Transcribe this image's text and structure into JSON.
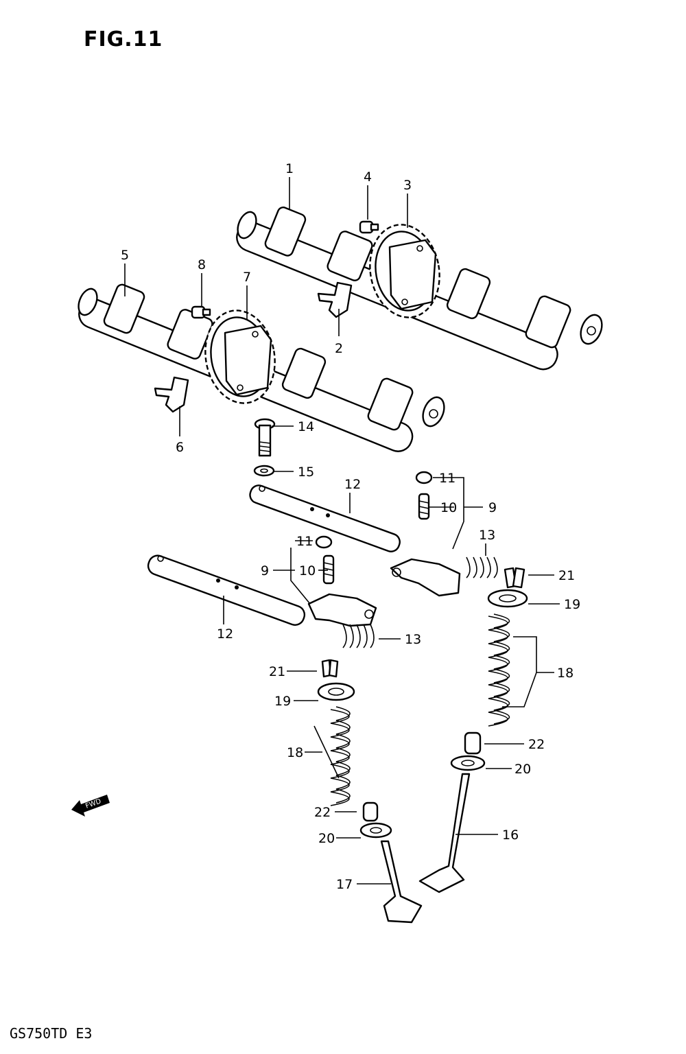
{
  "figure": {
    "title": "FIG.11",
    "model_code": "GS750TD E3"
  },
  "icons": {
    "fwd": "fwd-arrow-icon"
  },
  "callouts": [
    {
      "id": "c1",
      "label": "1"
    },
    {
      "id": "c2",
      "label": "2"
    },
    {
      "id": "c3",
      "label": "3"
    },
    {
      "id": "c4",
      "label": "4"
    },
    {
      "id": "c5",
      "label": "5"
    },
    {
      "id": "c6",
      "label": "6"
    },
    {
      "id": "c7",
      "label": "7"
    },
    {
      "id": "c8",
      "label": "8"
    },
    {
      "id": "c9a",
      "label": "9"
    },
    {
      "id": "c9b",
      "label": "9"
    },
    {
      "id": "c10a",
      "label": "10"
    },
    {
      "id": "c10b",
      "label": "10"
    },
    {
      "id": "c11a",
      "label": "11"
    },
    {
      "id": "c11b",
      "label": "11"
    },
    {
      "id": "c12a",
      "label": "12"
    },
    {
      "id": "c12b",
      "label": "12"
    },
    {
      "id": "c13a",
      "label": "13"
    },
    {
      "id": "c13b",
      "label": "13"
    },
    {
      "id": "c14",
      "label": "14"
    },
    {
      "id": "c15",
      "label": "15"
    },
    {
      "id": "c16",
      "label": "16"
    },
    {
      "id": "c17",
      "label": "17"
    },
    {
      "id": "c18a",
      "label": "18"
    },
    {
      "id": "c18b",
      "label": "18"
    },
    {
      "id": "c19a",
      "label": "19"
    },
    {
      "id": "c19b",
      "label": "19"
    },
    {
      "id": "c20a",
      "label": "20"
    },
    {
      "id": "c20b",
      "label": "20"
    },
    {
      "id": "c21a",
      "label": "21"
    },
    {
      "id": "c21b",
      "label": "21"
    },
    {
      "id": "c22a",
      "label": "22"
    },
    {
      "id": "c22b",
      "label": "22"
    }
  ]
}
